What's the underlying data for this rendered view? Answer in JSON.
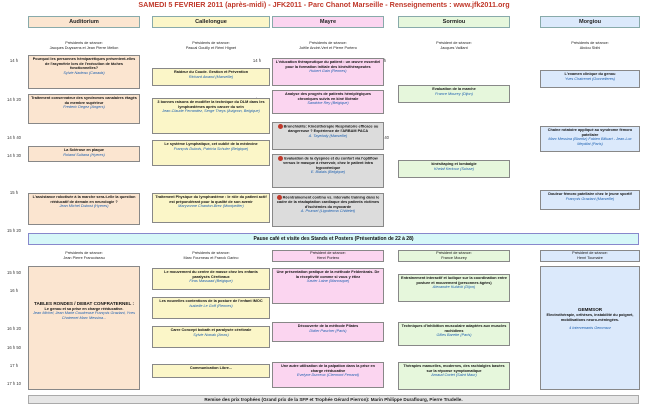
{
  "title": "SAMEDI 5 FEVRIER 2011 (après-midi) - JFK2011 - Parc Chanot Marseille - Renseignements : www.jfk2011.org",
  "colors": {
    "auditorium": "#fbe5d0",
    "callelongue": "#fbf6c8",
    "mayre": "#fbd5f0",
    "sormiou": "#e6f7dc",
    "morgiou": "#dbe9fb",
    "pause": "#d6f7f8"
  },
  "columns": [
    {
      "name": "Auditorium",
      "pres1": "Présidents de séance:\nJacques Duyssens et Jean Pierre Mellon",
      "pres2": "Présidents de séance:\nJean Pierre Francoiseau"
    },
    {
      "name": "Callelongue",
      "pres1": "Présidents de séance:\nPascal Gouilly et Rémi Hignet",
      "pres2": "Présidents de séance:\nMarc Fourneau et Franck Garino"
    },
    {
      "name": "Mayre",
      "pres1": "Présidents de séance:\nJoëlle André-Vert et Pierre Portero",
      "pres2": "Président de séance:\nHenri Portero"
    },
    {
      "name": "Sormiou",
      "pres1": "Président de séance:\nJacques Vaillant",
      "pres2": "Président de séance:\nFrance Mourey"
    },
    {
      "name": "Morgiou",
      "pres1": "Présidents de séance:\nAbdou Sbihi",
      "pres2": "Président de séance:\nHenri Toumaire"
    }
  ],
  "times": [
    "14 h",
    "14 h 20",
    "14 h 30",
    "14 h 35",
    "14 h 40",
    "14 h 50",
    "15 h",
    "15 h 20",
    "15 h 30",
    "16 h",
    "15 h 50",
    "16 h",
    "16 h 20",
    "16 h 30",
    "16 h 50",
    "17 h",
    "17 h 10"
  ],
  "pause": "Pause café et visite des Stands et Posters  (Présentation de 22 à 28)",
  "footer": "Remise des prix trophées (Grand prix de la SFP et Trophée Gérard Pierron): Marin Philippe Duraflourg, Pierre Trudelle.",
  "sessions": {
    "a1": {
      "t": "Pourquoi les personnes hémiparétiques présentent-elles de l'asymétrie lors de l'exécution de tâches fonctionnelles?",
      "a": "Sylvie Nadeau (Canada)"
    },
    "a2": {
      "t": "Traitement conservateur des syndromes canalaires étagés du membre supérieur",
      "a": "Frederic Degez (Angers)"
    },
    "a3": {
      "t": "La Sclérose en plaque",
      "a": "Roland Sultana (Hyeres)"
    },
    "a4": {
      "t": "L'assistance robotisée à la marche sera-t-elle la question rééducatif de demain en neurologie ?",
      "a": "Jean Michel Dubost (Hyeres)"
    },
    "a5": {
      "t": "TABLES RONDES / DEBAT CONFRATERNEL :",
      "d": "Le genou et sa prise en charge rééducative.",
      "a": "Jean Michel, Jean Marie Coudreuse François Graziani, Yves Chatrenet Marc Messina..."
    },
    "c1": {
      "t": "Raideur du Coude. Gestion et Prévention",
      "a": "Richard Awand (Marseille)"
    },
    "c2": {
      "t": "3 bonnes raisons de modifier la technique du DLM dans les lymphœdèmes après cancer du sein",
      "a": "Jean-Claude Ferrandez, Serge Theys (Avignon, Belgique)"
    },
    "c3": {
      "t": "Le système Lymphatique, cet oublié de la médecine",
      "a": "François Dubois, Patricia Schuler (Belgique)"
    },
    "c4": {
      "t": "Traitement Physique du lymphœdème : le rôle du patient actif est prépondérant pour la qualité de son avenir",
      "a": "Maryvonne Chardon-Brez (Montpellier)"
    },
    "c5": {
      "t": "Le mouvement du centre de masse chez les enfants paralysés Cérébraux",
      "a": "Firas Massaad (Belgique)"
    },
    "c6": {
      "t": "Les nouvelles contentions de la posture de l'enfant IMOC",
      "a": "Isabelle Le Goff (Rennes)"
    },
    "c7": {
      "t": "Carre Concept bobath et paralysée cérébrale",
      "a": "Sylvie Nowak (Arras)"
    },
    "c8": {
      "t": "Communication Libre...",
      "a": ""
    },
    "m1": {
      "t": "L'éducation thérapeutique du patient : un œuvre essentiel pour la formation initiale des kinésithérapeutes",
      "a": "Hubert Gain (Rennes)"
    },
    "m2": {
      "t": "Analyse des progrès de patients hémiplégiques chroniques suivis en kiné libérale",
      "a": "Sandrine Rey (Belgique)"
    },
    "m3": {
      "t": "Bronchiolite: Kinésithérapie Respiratoire efficace ou dangereuse ? Expérience de l'ARBAM PACA",
      "a": "A. Tayebaly (Marseille)"
    },
    "m4": {
      "t": "Evaluation de la dyspnée et du confort via l'optiflow versus le masque à réservoir, chez le patient intra hypoxémique",
      "a": "E. Bialais (Belgique)"
    },
    "m5": {
      "t": "Réentraînement continu vs. intervalle training dans le cadre de la réadaptation cardiaque des patients victimes d'ischémies du myocarde",
      "a": "A. Prunsel (Ligoderma Châtelet)"
    },
    "m6": {
      "t": "Une présentation pratique de la méthode Feldenkrais. De la réceptivité comme si vous y étiez",
      "a": "Xavier Laine (Manosque)"
    },
    "m7": {
      "t": "Découverte de la méthode Pilates",
      "a": "Didier Pascher (Paris)"
    },
    "m8": {
      "t": "Une autre utilisation de la palpation dans la prise en charge rééducative",
      "a": "Evelyne Ducreux (Clermont Ferrand)"
    },
    "s1": {
      "t": "Evaluation de la marche",
      "a": "France Mourey (Dijon)"
    },
    "s2": {
      "t": "kinésitaping et lombalgie",
      "a": "Khelaf Kerkour (Suisse)"
    },
    "s3": {
      "t": "Entraînement interactif et ludique sur la coordination entre posture et mouvement (personnes âgées)",
      "a": "Alexandre Kubicki (Dijon)"
    },
    "s4": {
      "t": "Techniques d'inhibition musculaire adaptées aux muscles rachidiens",
      "a": "Gilles Barette (Paris)"
    },
    "s5": {
      "t": "Thérapies manuelles, modernes, des rachialgies basées sur la réponse symptomatique",
      "a": "Arnaud Cortet (Saint Maur)"
    },
    "g1": {
      "t": "L'examen clinique du genou",
      "a": "Yves Chatrenet (Gonnelieres)"
    },
    "g2": {
      "t": "Chaîne rotatoire appliqué au syndrome fémoro patellaire",
      "a": "Marc Messina (Biarritz) Fabien Billuart - Jean-Luc Meptilat (Paris)"
    },
    "g3": {
      "t": "Douleur fémoro patellaire chez le jeune sportif",
      "a": "François Graziani (Marseille)"
    },
    "g4": {
      "t": "GEMMSOR",
      "d": "Electrothérapie, orthèses, instabilité du poignet, mobilisations neuro-méningées.",
      "a": "4 Intervenants  Gemmsor"
    }
  }
}
